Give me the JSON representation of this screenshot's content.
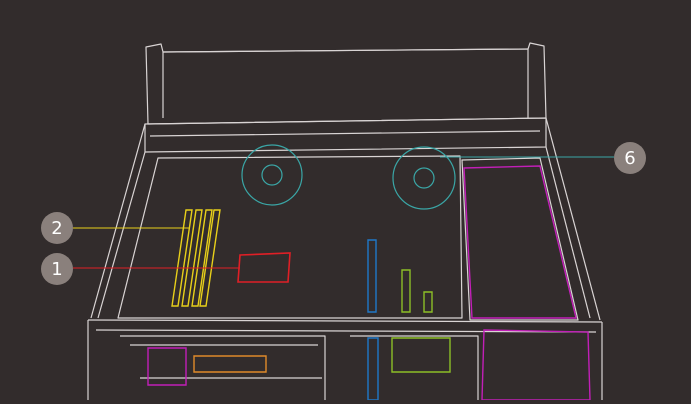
{
  "colors": {
    "background": "#322c2c",
    "outline": "#d9d4d4",
    "cpu": "#e01f26",
    "memory": "#e8d01a",
    "pcie_blue": "#1f78c8",
    "pcie_green": "#8cbf26",
    "psu": "#c21fb8",
    "fans": "#3aa6a6",
    "io": "#e08a2a",
    "callout_fill": "#8a807c"
  },
  "callouts": [
    {
      "label": "1",
      "part": "cpu"
    },
    {
      "label": "2",
      "part": "memory"
    },
    {
      "label": "6",
      "part": "fans"
    }
  ]
}
